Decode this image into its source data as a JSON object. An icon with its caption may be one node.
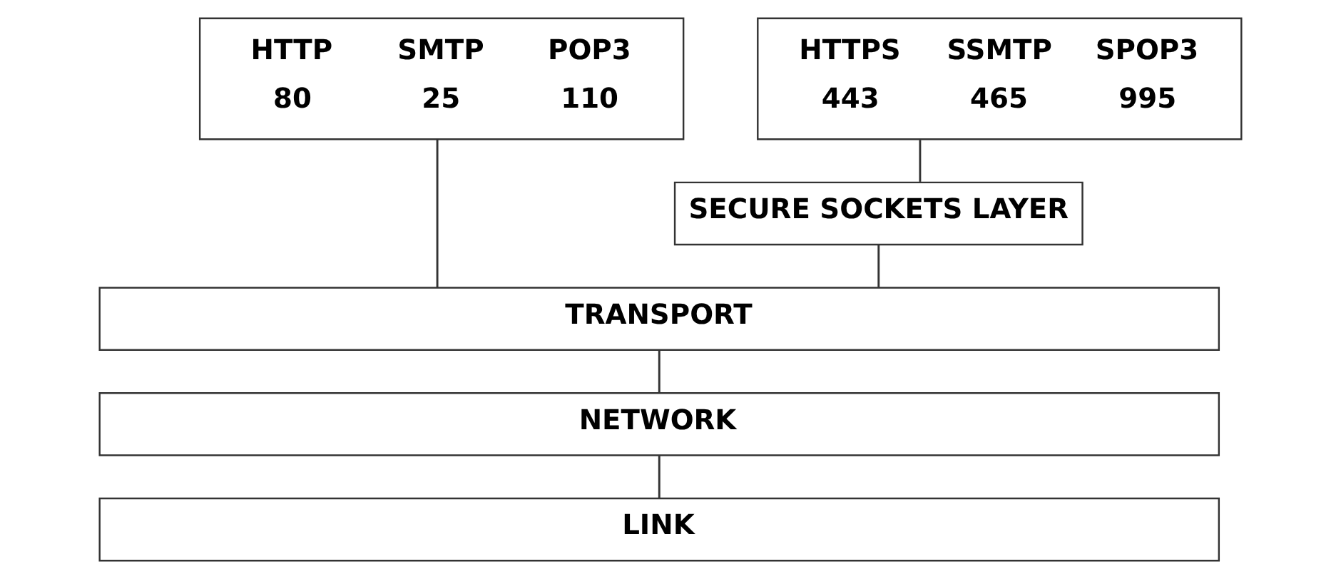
{
  "diagram": {
    "nodes": [
      {
        "text": [
          "HTTP",
          "SMTP",
          "POP3",
          "80",
          "25",
          "110"
        ]
      },
      {
        "text": [
          "HTTPS",
          "SSMTP",
          "SPOP3",
          "443",
          "465",
          "995"
        ]
      },
      {
        "text": [
          "SECURE SOCKETS LAYER"
        ]
      },
      {
        "text": [
          "TRANSPORT"
        ]
      },
      {
        "text": [
          "NETWORK"
        ]
      },
      {
        "text": [
          "LINK"
        ]
      }
    ],
    "edges": [
      {
        "from": 0,
        "to": 3,
        "arrow": "none"
      },
      {
        "from": 1,
        "to": 2,
        "arrow": "none"
      },
      {
        "from": 2,
        "to": 3,
        "arrow": "none"
      },
      {
        "from": 3,
        "to": 4,
        "arrow": "none"
      },
      {
        "from": 4,
        "to": 5,
        "arrow": "none"
      }
    ]
  }
}
